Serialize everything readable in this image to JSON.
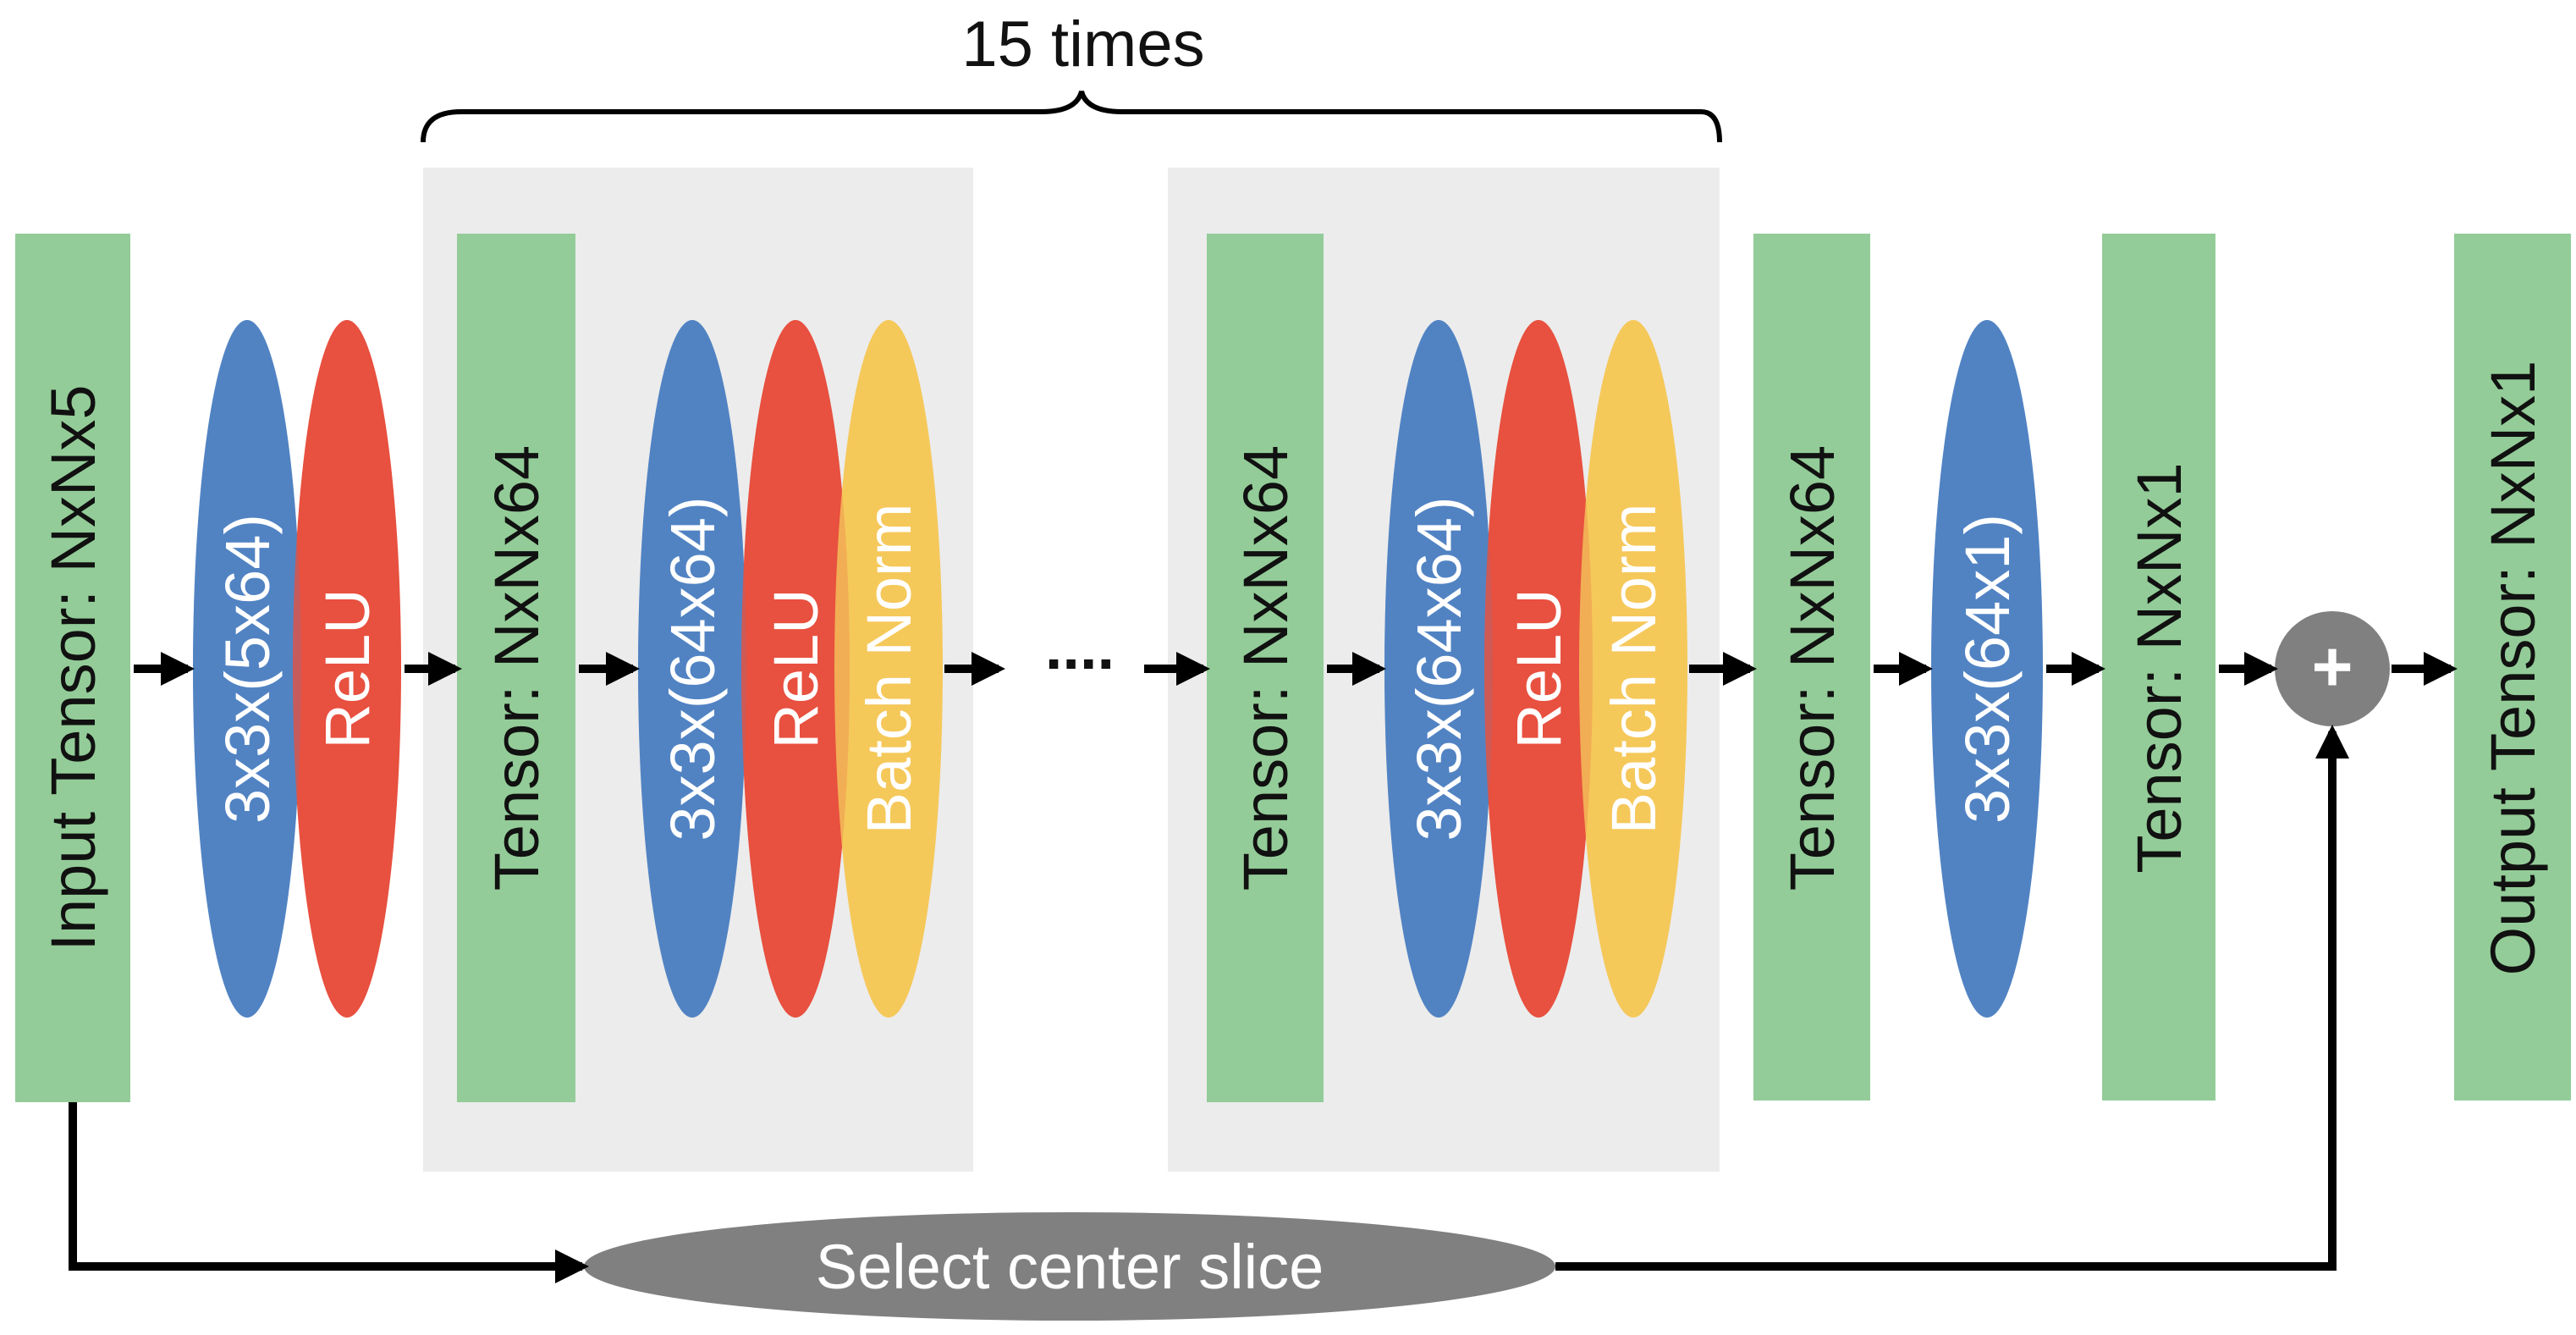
{
  "repeat_label": "15 times",
  "ellipsis": "....",
  "plus_symbol": "+",
  "select_label": "Select center slice",
  "tensors": {
    "input": "Input Tensor: NxNx5",
    "block1": "Tensor: NxNx64",
    "block2": "Tensor: NxNx64",
    "after": "Tensor: NxNx64",
    "pre_out": "Tensor: NxNx1",
    "output": "Output Tensor: NxNx1"
  },
  "ops": {
    "conv_in": "3x3x(5x64)",
    "relu": "ReLU",
    "conv_mid": "3x3x(64x64)",
    "batch_norm": "Batch Norm",
    "conv_out": "3x3x(64x1)"
  },
  "colors": {
    "tensor": "#93cc98",
    "conv": "#5183c3",
    "relu": "#e8503f",
    "batch_norm": "#f5c85a",
    "repeat_box": "#ececec",
    "node_gray": "#808080",
    "arrow": "#000000"
  }
}
